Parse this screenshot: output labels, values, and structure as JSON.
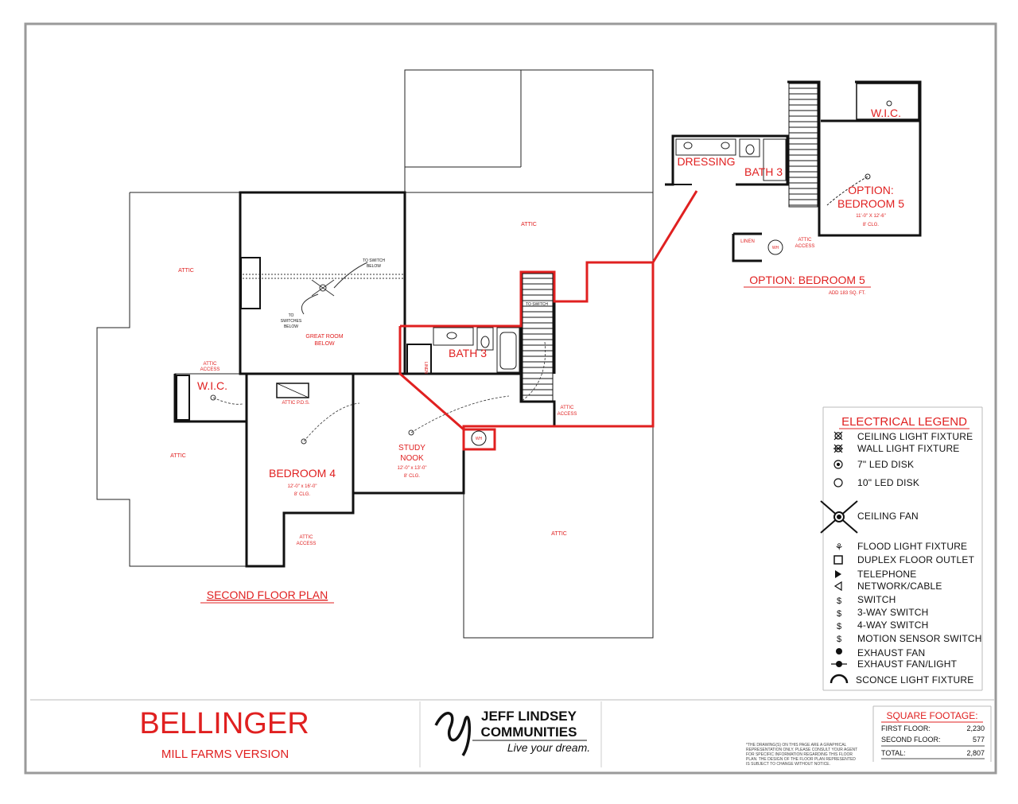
{
  "plan": {
    "title": "SECOND FLOOR PLAN",
    "rooms": {
      "attic_left": "ATTIC",
      "attic_top": "ATTIC",
      "attic_lower_left": "ATTIC",
      "attic_lower_right": "ATTIC",
      "great_room_line1": "GREAT ROOM",
      "great_room_line2": "BELOW",
      "wic": "W.I.C.",
      "attic_pds": "ATTIC P.D.S.",
      "bedroom4": "BEDROOM 4",
      "bedroom4_dims": "12'-0\" x 16'-0\"",
      "bedroom4_clg": "8' CLG.",
      "study_line1": "STUDY",
      "study_line2": "NOOK",
      "study_dims": "12'-0\" x 13'-0\"",
      "study_clg": "8' CLG.",
      "bath3": "BATH 3",
      "linen": "LINEN",
      "wh": "WH",
      "attic_access": [
        "ATTIC",
        "ACCESS"
      ],
      "to_switch_below": [
        "TO SWITCH",
        "BELOW"
      ],
      "to_switches_below": [
        "TO",
        "SWITCHES",
        "BELOW"
      ]
    }
  },
  "option": {
    "title": "OPTION: BEDROOM 5",
    "subtitle": "ADD 183 SQ. FT.",
    "dressing": "DRESSING",
    "bath3": "BATH 3",
    "wic": "W.I.C.",
    "bedroom_line1": "OPTION:",
    "bedroom_line2": "BEDROOM 5",
    "dims": "11'-0\" X 12'-6\"",
    "clg": "8' CLG.",
    "linen": "LINEN",
    "wh": "WH",
    "attic_access": [
      "ATTIC",
      "ACCESS"
    ]
  },
  "legend": {
    "title": "ELECTRICAL LEGEND",
    "items": [
      {
        "icon": "ceiling-light-icon",
        "label": "CEILING LIGHT FIXTURE"
      },
      {
        "icon": "wall-light-icon",
        "label": "WALL LIGHT FIXTURE"
      },
      {
        "icon": "led-disk-7-icon",
        "label": "7\" LED DISK"
      },
      {
        "icon": "led-disk-10-icon",
        "label": "10\" LED DISK"
      },
      {
        "icon": "ceiling-fan-icon",
        "label": "CEILING FAN"
      },
      {
        "icon": "flood-light-icon",
        "label": "FLOOD LIGHT FIXTURE"
      },
      {
        "icon": "duplex-outlet-icon",
        "label": "DUPLEX FLOOR OUTLET"
      },
      {
        "icon": "telephone-icon",
        "label": "TELEPHONE"
      },
      {
        "icon": "network-cable-icon",
        "label": "NETWORK/CABLE"
      },
      {
        "icon": "switch-icon",
        "label": "SWITCH"
      },
      {
        "icon": "switch-3way-icon",
        "label": "3-WAY SWITCH"
      },
      {
        "icon": "switch-4way-icon",
        "label": "4-WAY SWITCH"
      },
      {
        "icon": "motion-switch-icon",
        "label": "MOTION SENSOR SWITCH"
      },
      {
        "icon": "exhaust-fan-icon",
        "label": "EXHAUST FAN"
      },
      {
        "icon": "exhaust-fan-light-icon",
        "label": "EXHAUST FAN/LIGHT"
      },
      {
        "icon": "sconce-icon",
        "label": "SCONCE LIGHT FIXTURE"
      }
    ]
  },
  "titleblock": {
    "name": "BELLINGER",
    "version": "MILL FARMS VERSION",
    "brand_line1": "JEFF LINDSEY",
    "brand_line2": "COMMUNITIES",
    "tagline": "Live your dream.",
    "disclaimer": [
      "*THE DRAWING(S) ON THIS PAGE ARE A GRAPHICAL",
      "REPRESENTATION ONLY. PLEASE CONSULT YOUR AGENT",
      "FOR SPECIFIC INFORMATION REGARDING THIS FLOOR",
      "PLAN. THE DESIGN OF THE FLOOR PLAN REPRESENTED",
      "IS SUBJECT TO CHANGE WITHOUT NOTICE."
    ]
  },
  "square_footage": {
    "title": "SQUARE FOOTAGE:",
    "rows": [
      {
        "label": "FIRST FLOOR:",
        "value": "2,230"
      },
      {
        "label": "SECOND FLOOR:",
        "value": "577"
      },
      {
        "label": "TOTAL:",
        "value": "2,807"
      }
    ]
  },
  "colors": {
    "accent_red": "#e02020",
    "wall": "#111111",
    "frame": "#9a9a9a"
  }
}
